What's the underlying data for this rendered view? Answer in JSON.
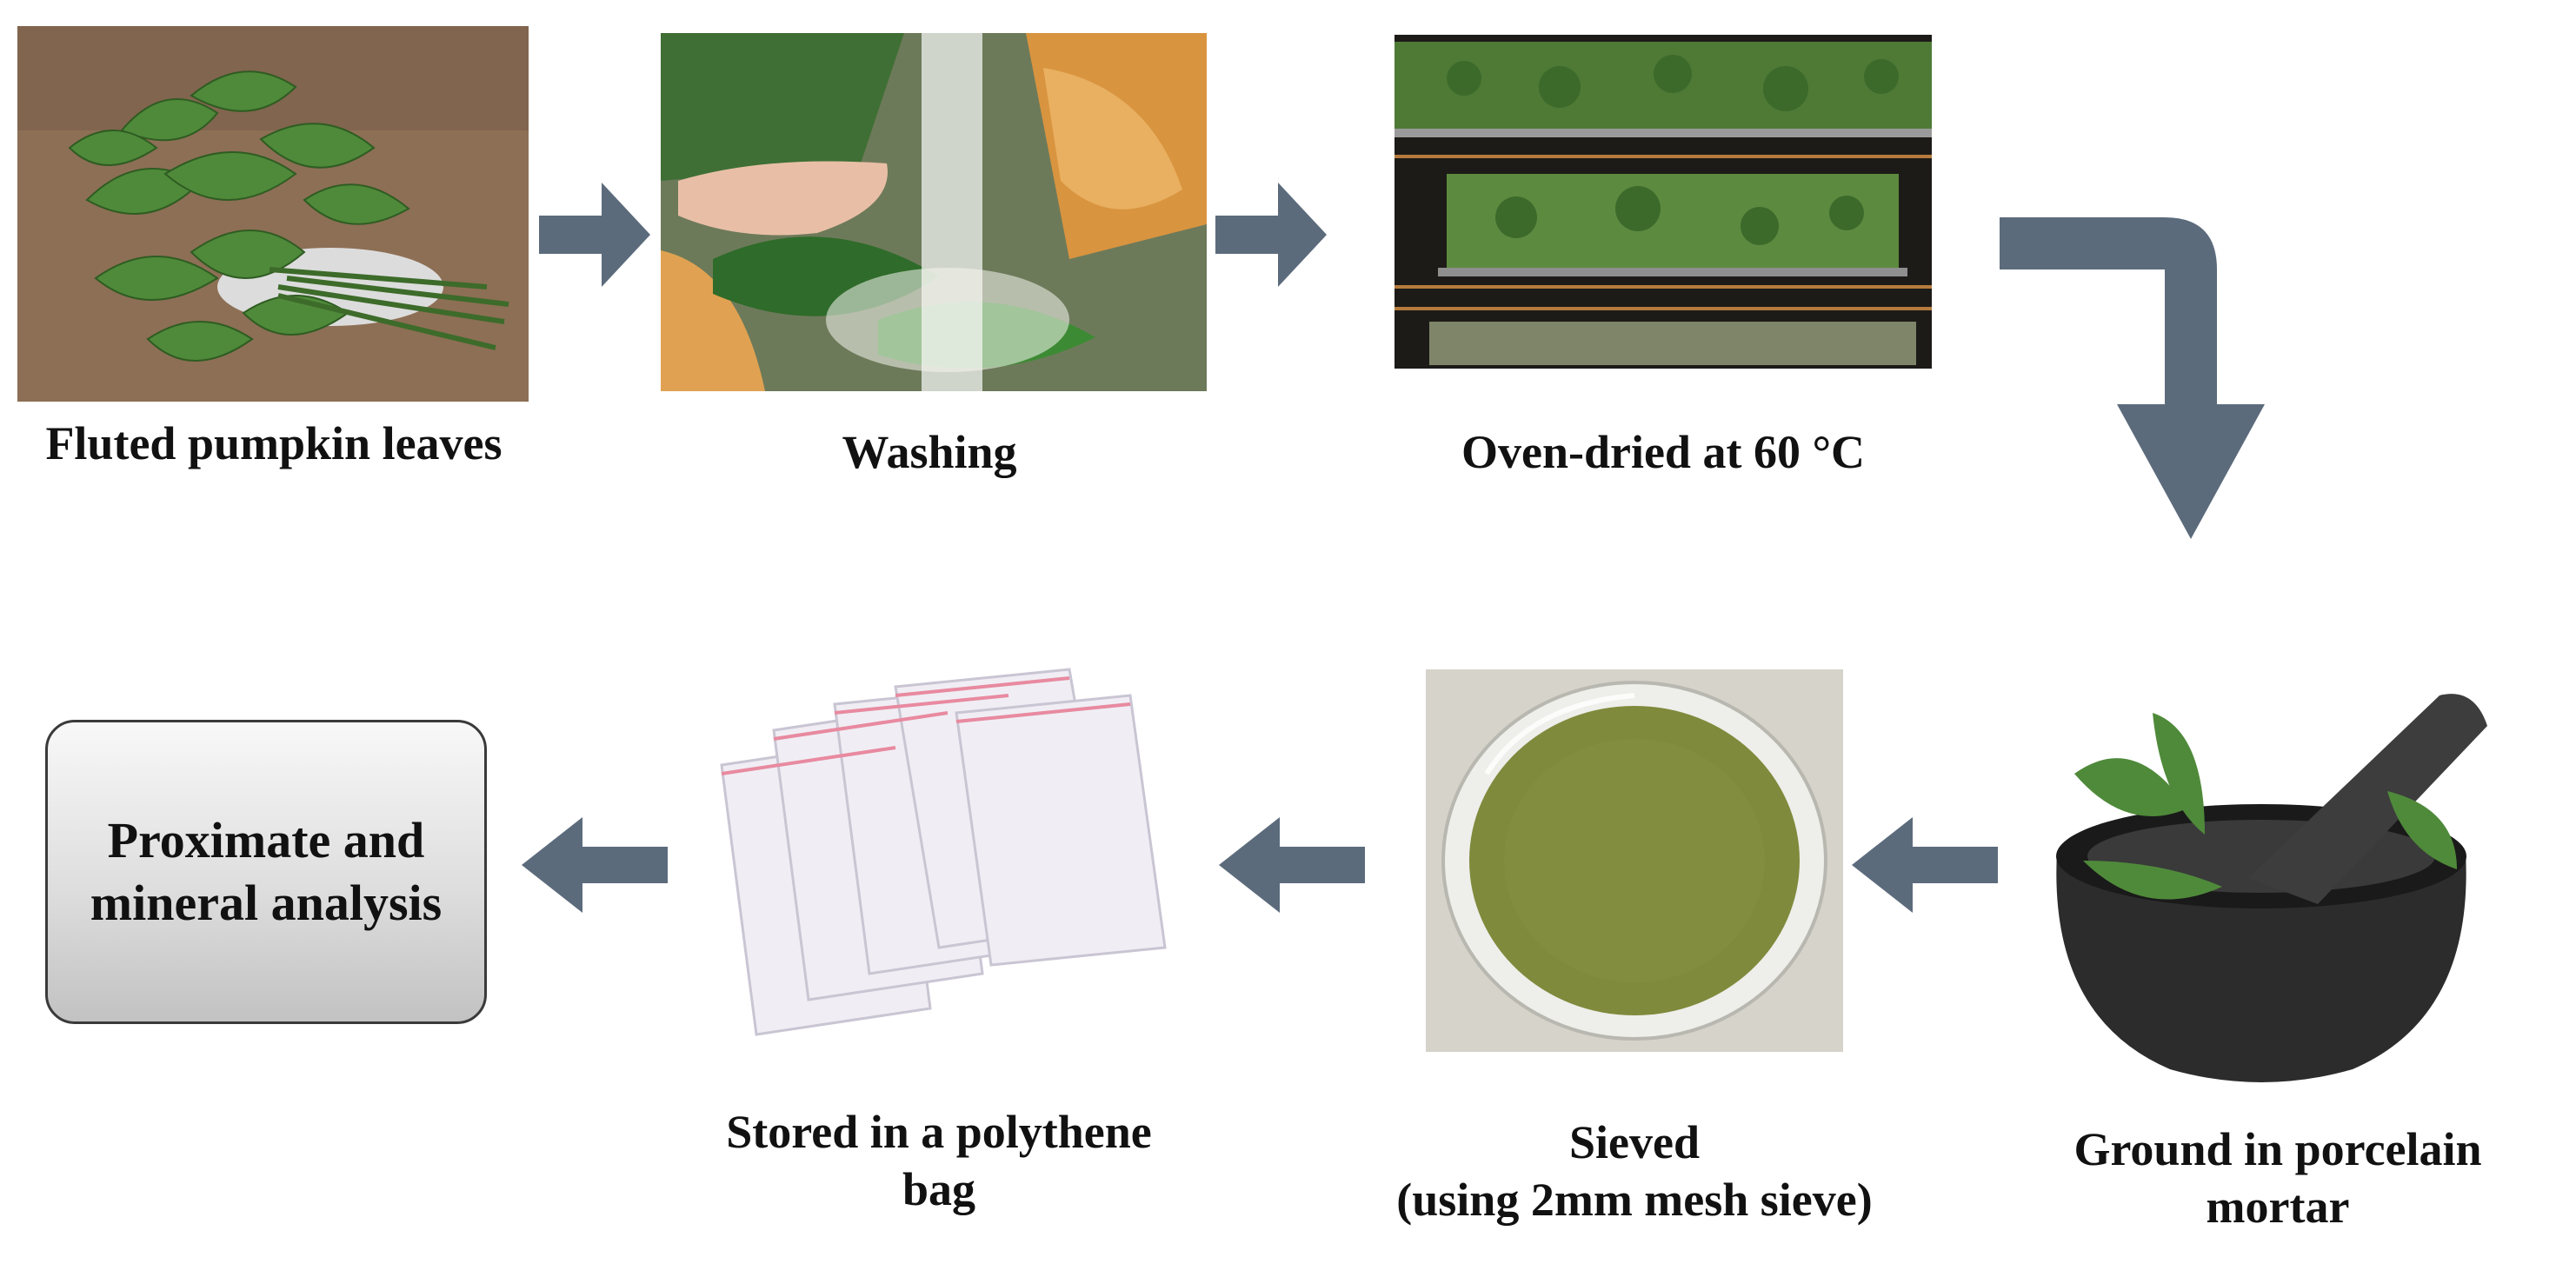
{
  "steps": [
    {
      "id": "fluted-pumpkin-leaves",
      "label": "Fluted pumpkin leaves",
      "image": "fresh-leaves-photo"
    },
    {
      "id": "washing",
      "label": "Washing",
      "image": "washing-photo"
    },
    {
      "id": "oven-dried",
      "label": "Oven-dried at 60 °C",
      "image": "oven-trays-photo"
    },
    {
      "id": "ground",
      "label": "Ground in porcelain\nmortar",
      "image": "mortar-pestle-photo"
    },
    {
      "id": "sieved",
      "label": "Sieved\n(using 2mm mesh sieve)",
      "image": "sieved-powder-photo"
    },
    {
      "id": "stored",
      "label": "Stored in a polythene\nbag",
      "image": "polythene-bags-photo"
    }
  ],
  "final": {
    "label": "Proximate and\nmineral analysis"
  },
  "colors": {
    "arrow": "#5c6b7c",
    "leaf_green": "#4f8a3a",
    "powder": "#7f8a3c",
    "box_border": "#3a3a3a"
  }
}
